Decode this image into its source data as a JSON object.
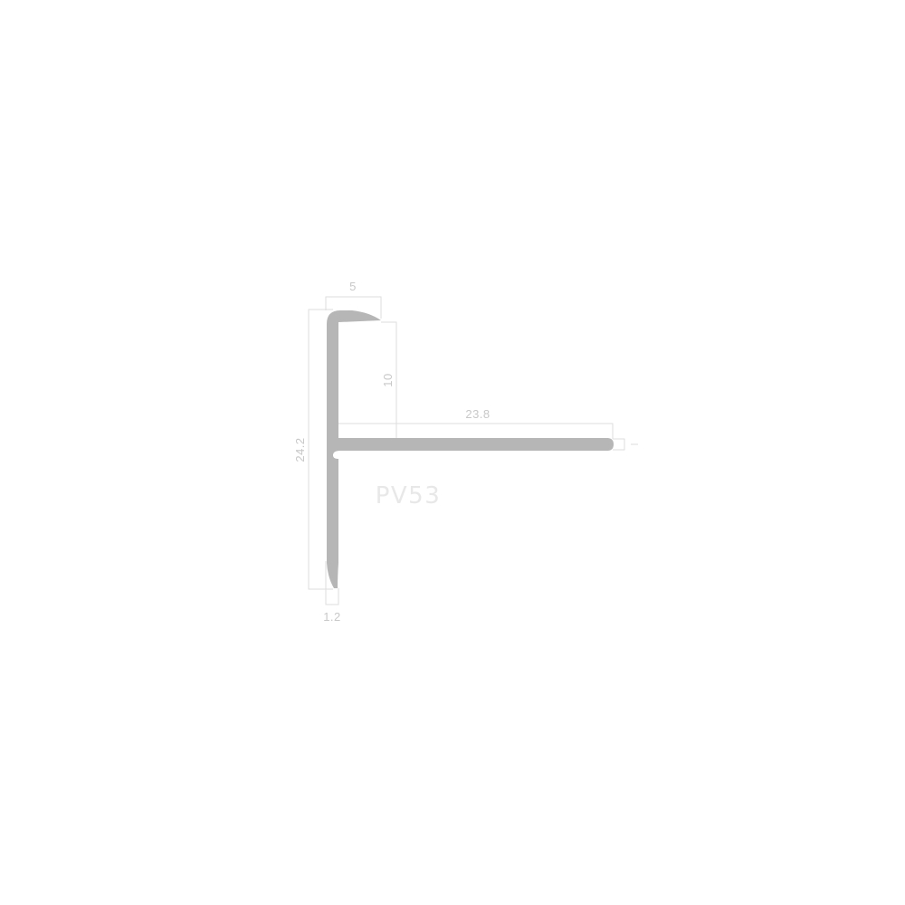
{
  "profile": {
    "model": "PV53"
  },
  "dimensions": {
    "top_flange_width": "5",
    "top_flange_depth": "10",
    "arm_length": "23.8",
    "arm_thickness": "1",
    "total_height": "24.2",
    "wall_thickness": "1.2"
  },
  "colors": {
    "profile_fill": "#b6b6b6",
    "dimension_line": "#dedede",
    "dimension_text": "#c8c8c8",
    "model_text": "#e8e8e8",
    "background": "#ffffff"
  }
}
